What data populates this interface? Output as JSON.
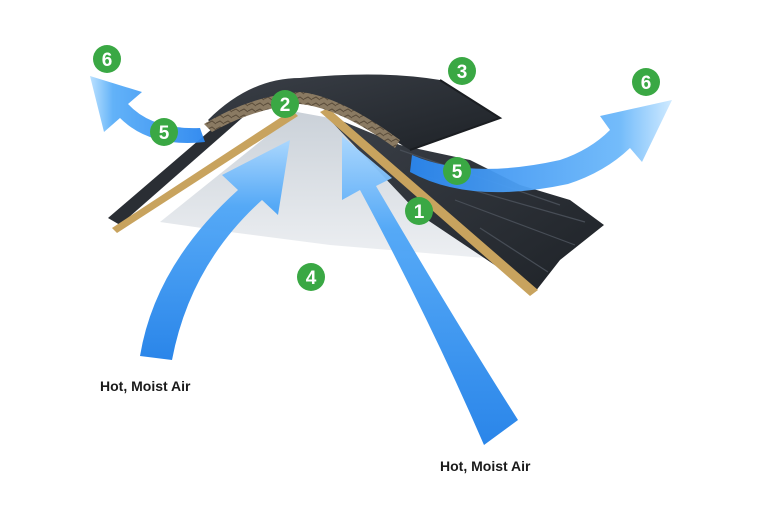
{
  "colors": {
    "badge": "#3aa844",
    "arrow": "#2f8cf0",
    "shingle": "#2b2f35",
    "deck": "#c8a35e"
  },
  "badges": [
    "1",
    "2",
    "3",
    "4",
    "5",
    "5",
    "6",
    "6"
  ],
  "labels": {
    "left_air": "Hot, Moist Air",
    "right_air": "Hot, Moist Air"
  }
}
